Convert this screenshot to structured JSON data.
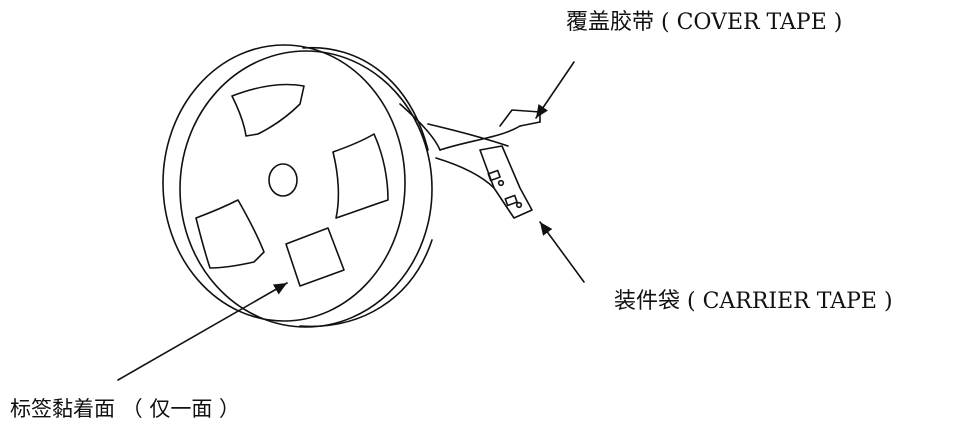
{
  "labels": {
    "cover_tape": "覆盖胶带 ( COVER TAPE )",
    "carrier_tape": "装件袋 ( CARRIER TAPE )",
    "label_side": "标签黏着面 （ 仅一面 ）"
  },
  "colors": {
    "line": "#111111",
    "background": "#ffffff"
  }
}
